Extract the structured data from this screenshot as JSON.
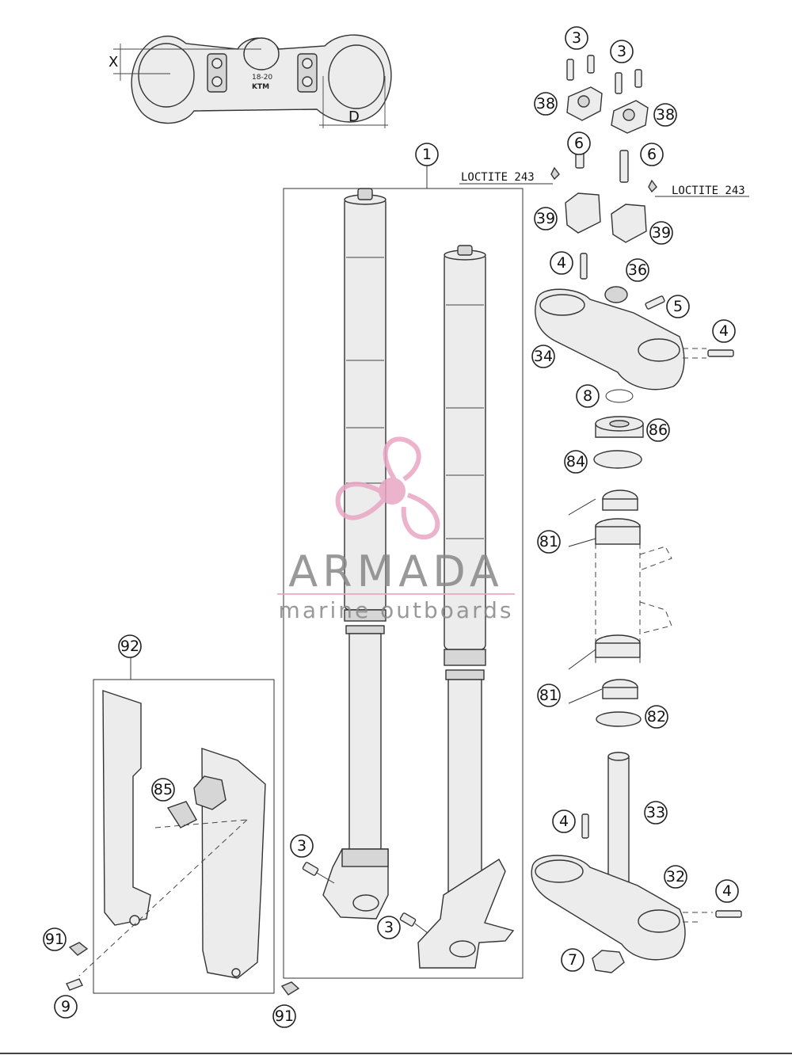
{
  "callouts": {
    "n1": "1",
    "n3a": "3",
    "n3b": "3",
    "n3c": "3",
    "n3d": "3",
    "n4a": "4",
    "n4b": "4",
    "n4c": "4",
    "n4d": "4",
    "n5": "5",
    "n6a": "6",
    "n6b": "6",
    "n7": "7",
    "n8": "8",
    "n9": "9",
    "n32": "32",
    "n33": "33",
    "n34": "34",
    "n36": "36",
    "n38a": "38",
    "n38b": "38",
    "n39a": "39",
    "n39b": "39",
    "n81a": "81",
    "n81b": "81",
    "n82": "82",
    "n84": "84",
    "n85": "85",
    "n86": "86",
    "n91a": "91",
    "n91b": "91",
    "n92": "92"
  },
  "notes": {
    "loctite_left": "LOCTITE 243",
    "loctite_right": "LOCTITE 243"
  },
  "dimensions": {
    "x_label": "X",
    "d_label": "D",
    "clamp_marking": "18-20",
    "clamp_logo": "KTM"
  },
  "watermark": {
    "brand": "ARMADA",
    "tagline": "marine outboards",
    "accent_color": "#e8a6c4"
  }
}
